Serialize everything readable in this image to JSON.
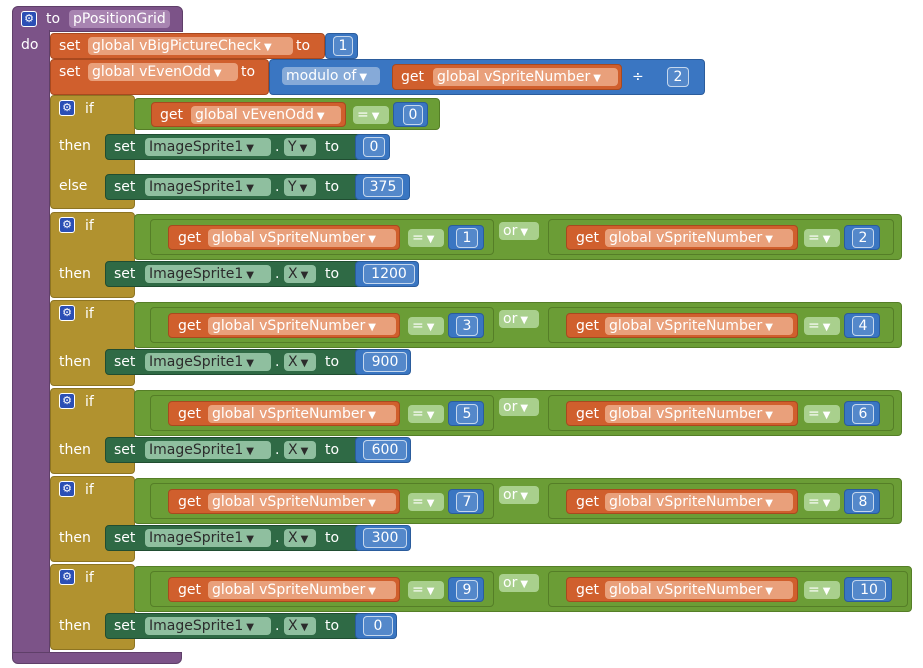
{
  "procedure": {
    "keyword_to": "to",
    "name": "pPositionGrid",
    "do_label": "do"
  },
  "line1": {
    "set": "set",
    "var": "global vBigPictureCheck",
    "to": "to",
    "value": "1"
  },
  "line2": {
    "set": "set",
    "var": "global vEvenOdd",
    "to": "to",
    "func": "modulo of",
    "get": "get",
    "getvar": "global vSpriteNumber",
    "div": "÷",
    "value": "2"
  },
  "if1": {
    "if": "if",
    "get": "get",
    "var": "global vEvenOdd",
    "op": "=",
    "value": "0",
    "then": "then",
    "then_set": "set",
    "sprite": "ImageSprite1",
    "dot": ".",
    "prop": "Y",
    "to": "to",
    "then_value": "0",
    "else": "else",
    "else_set": "set",
    "else_value": "375"
  },
  "blocks": [
    {
      "if": "if",
      "get1": "get",
      "var1": "global vSpriteNumber",
      "op1": "=",
      "v1": "1",
      "or": "or",
      "get2": "get",
      "var2": "global vSpriteNumber",
      "op2": "=",
      "v2": "2",
      "then": "then",
      "set": "set",
      "sprite": "ImageSprite1",
      "dot": ".",
      "prop": "X",
      "to": "to",
      "value": "1200"
    },
    {
      "if": "if",
      "get1": "get",
      "var1": "global vSpriteNumber",
      "op1": "=",
      "v1": "3",
      "or": "or",
      "get2": "get",
      "var2": "global vSpriteNumber",
      "op2": "=",
      "v2": "4",
      "then": "then",
      "set": "set",
      "sprite": "ImageSprite1",
      "dot": ".",
      "prop": "X",
      "to": "to",
      "value": "900"
    },
    {
      "if": "if",
      "get1": "get",
      "var1": "global vSpriteNumber",
      "op1": "=",
      "v1": "5",
      "or": "or",
      "get2": "get",
      "var2": "global vSpriteNumber",
      "op2": "=",
      "v2": "6",
      "then": "then",
      "set": "set",
      "sprite": "ImageSprite1",
      "dot": ".",
      "prop": "X",
      "to": "to",
      "value": "600"
    },
    {
      "if": "if",
      "get1": "get",
      "var1": "global vSpriteNumber",
      "op1": "=",
      "v1": "7",
      "or": "or",
      "get2": "get",
      "var2": "global vSpriteNumber",
      "op2": "=",
      "v2": "8",
      "then": "then",
      "set": "set",
      "sprite": "ImageSprite1",
      "dot": ".",
      "prop": "X",
      "to": "to",
      "value": "300"
    },
    {
      "if": "if",
      "get1": "get",
      "var1": "global vSpriteNumber",
      "op1": "=",
      "v1": "9",
      "or": "or",
      "get2": "get",
      "var2": "global vSpriteNumber",
      "op2": "=",
      "v2": "10",
      "then": "then",
      "set": "set",
      "sprite": "ImageSprite1",
      "dot": ".",
      "prop": "X",
      "to": "to",
      "value": "0"
    }
  ],
  "colors": {
    "procedure": "#7c5388",
    "variable": "#d05f2d",
    "math": "#3a76c2",
    "control": "#b1922f",
    "logic": "#6b9d36",
    "component": "#2f6a45"
  },
  "icons": {
    "mutator": "gear-icon",
    "dropdown": "chevron-down-icon"
  }
}
